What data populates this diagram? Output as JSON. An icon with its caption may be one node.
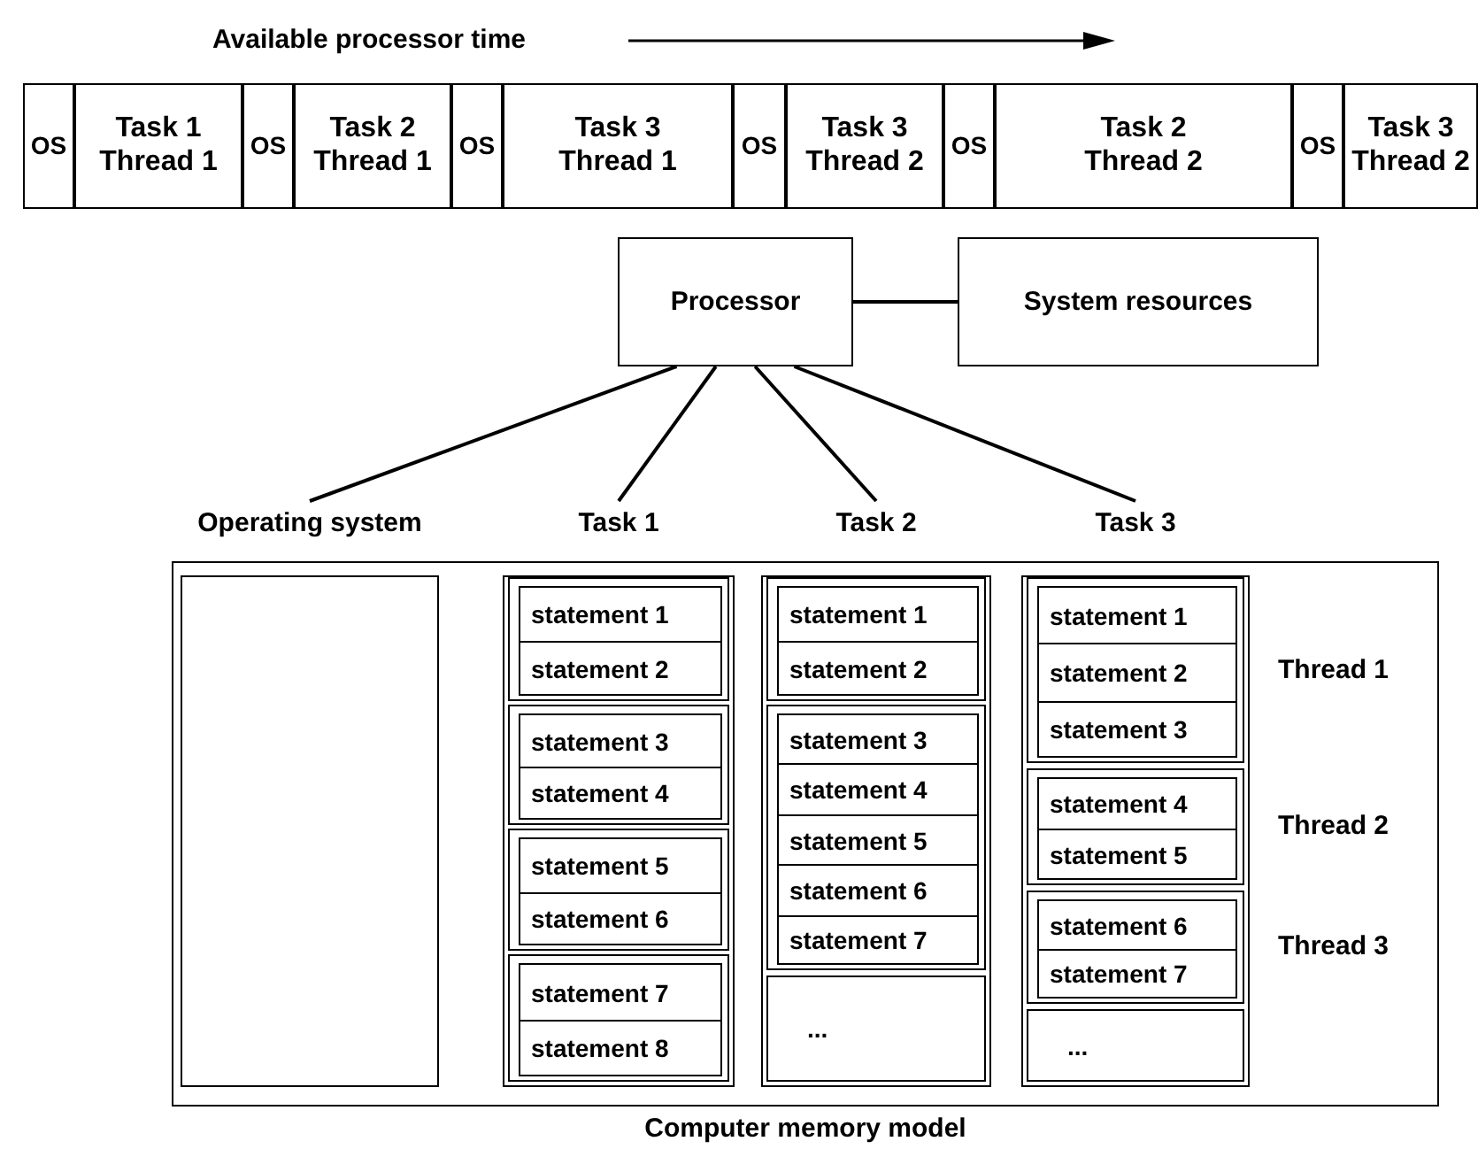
{
  "diagram": {
    "nodes": [
      {
        "text": [
          "OS"
        ]
      },
      {
        "text": [
          "Task 1 Thread 1"
        ]
      },
      {
        "text": [
          "OS"
        ]
      },
      {
        "text": [
          "Task 2 Thread 1"
        ]
      },
      {
        "text": [
          "OS"
        ]
      },
      {
        "text": [
          "Task 3 Thread 1"
        ]
      },
      {
        "text": [
          "OS"
        ]
      },
      {
        "text": [
          "Task 3 Thread 2"
        ]
      },
      {
        "text": [
          "OS"
        ]
      },
      {
        "text": [
          "Task 2 Thread 2"
        ]
      },
      {
        "text": [
          "OS"
        ]
      },
      {
        "text": [
          "Task 3 Thread 2"
        ]
      },
      {
        "text": [
          "Processor"
        ]
      },
      {
        "text": [
          "System resources"
        ]
      },
      {
        "text": [
          "Computer memory model"
        ]
      },
      {
        "text": [
          "Operating system"
        ],
        "in": 14
      },
      {
        "text": [
          "Task 1"
        ],
        "in": 14
      },
      {
        "text": [],
        "shape": "box",
        "in": 16
      },
      {
        "text": [
          "statement 1"
        ],
        "in": 17
      },
      {
        "text": [
          "statement 2"
        ],
        "in": 17
      },
      {
        "text": [],
        "shape": "box",
        "in": 16
      },
      {
        "text": [
          "statement 3"
        ],
        "in": 20
      },
      {
        "text": [
          "statement 4"
        ],
        "in": 20
      },
      {
        "text": [],
        "shape": "box",
        "in": 16
      },
      {
        "text": [
          "statement 5"
        ],
        "in": 23
      },
      {
        "text": [
          "statement 6"
        ],
        "in": 23
      },
      {
        "text": [],
        "shape": "box",
        "in": 16
      },
      {
        "text": [
          "statement 7"
        ],
        "in": 26
      },
      {
        "text": [
          "statement 8"
        ],
        "in": 26
      },
      {
        "text": [
          "Task 2"
        ],
        "in": 14
      },
      {
        "text": [],
        "shape": "box",
        "in": 29
      },
      {
        "text": [
          "statement 1"
        ],
        "in": 30
      },
      {
        "text": [
          "statement 2"
        ],
        "in": 30
      },
      {
        "text": [],
        "shape": "box",
        "in": 29
      },
      {
        "text": [
          "statement 3"
        ],
        "in": 33
      },
      {
        "text": [
          "statement 4"
        ],
        "in": 33
      },
      {
        "text": [
          "statement 5"
        ],
        "in": 33
      },
      {
        "text": [
          "statement 6"
        ],
        "in": 33
      },
      {
        "text": [
          "statement 7"
        ],
        "in": 33
      },
      {
        "text": [
          "..."
        ],
        "in": 29
      },
      {
        "text": [
          "Task 3"
        ],
        "in": 14
      },
      {
        "text": [],
        "shape": "box",
        "in": 40,
        "beside": [
          "Thread 1"
        ]
      },
      {
        "text": [
          "statement 1"
        ],
        "in": 41
      },
      {
        "text": [
          "statement 2"
        ],
        "in": 41
      },
      {
        "text": [
          "statement 3"
        ],
        "in": 41
      },
      {
        "text": [],
        "shape": "box",
        "in": 40,
        "beside": [
          "Thread 2"
        ]
      },
      {
        "text": [
          "statement 4"
        ],
        "in": 45
      },
      {
        "text": [
          "statement 5"
        ],
        "in": 45
      },
      {
        "text": [],
        "shape": "box",
        "in": 40,
        "beside": [
          "Thread 3"
        ]
      },
      {
        "text": [
          "statement 6"
        ],
        "in": 48
      },
      {
        "text": [
          "statement 7"
        ],
        "in": 48
      },
      {
        "text": [
          "..."
        ],
        "in": 40
      }
    ],
    "edges": [
      {
        "from": 12,
        "to": 13,
        "arrow": "none"
      },
      {
        "from": 12,
        "to": 15,
        "arrow": "none"
      },
      {
        "from": 12,
        "to": 16,
        "arrow": "none"
      },
      {
        "from": 12,
        "to": 29,
        "arrow": "none"
      },
      {
        "from": 12,
        "to": 40,
        "arrow": "none"
      }
    ],
    "labels": [
      "Available processor time"
    ]
  }
}
